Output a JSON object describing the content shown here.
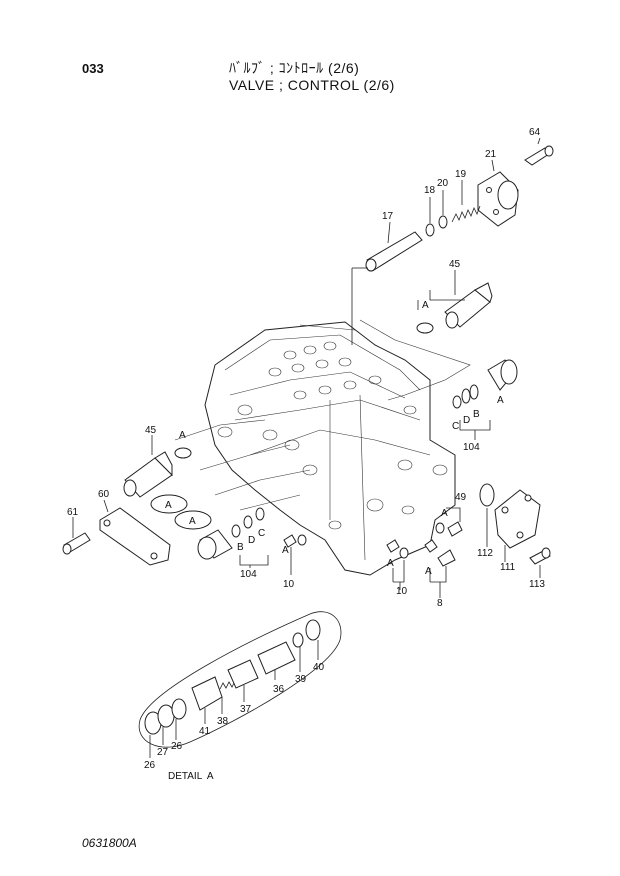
{
  "header": {
    "page_number": "033",
    "title_jp": "ﾊﾞﾙﾌﾞ ; ｺﾝﾄﾛｰﾙ (2/6)",
    "title_en": "VALVE ; CONTROL (2/6)"
  },
  "footer": {
    "drawing_code": "0631800A"
  },
  "callouts": {
    "c64": "64",
    "c21": "21",
    "c20": "20",
    "c19": "19",
    "c18": "18",
    "c17": "17",
    "c45a": "45",
    "c45b": "45",
    "c60": "60",
    "c61": "61",
    "c104a": "104",
    "c104b": "104",
    "c10a": "10",
    "c10b": "10",
    "c49": "49",
    "c112": "112",
    "c111": "111",
    "c113": "113",
    "c8": "8",
    "c40": "40",
    "c39": "39",
    "c36": "36",
    "c37": "37",
    "c38": "38",
    "c41": "41",
    "c26a": "26",
    "c26b": "26",
    "c27": "27"
  },
  "letters": {
    "a1": "A",
    "a2": "A",
    "a3": "A",
    "a4": "A",
    "a5": "A",
    "a6": "A",
    "a7": "A",
    "a8": "A",
    "a9": "A",
    "b1": "B",
    "b2": "B",
    "c1": "C",
    "c2": "C",
    "d1": "D",
    "d2": "D"
  },
  "detail_label": "DETAIL  A"
}
